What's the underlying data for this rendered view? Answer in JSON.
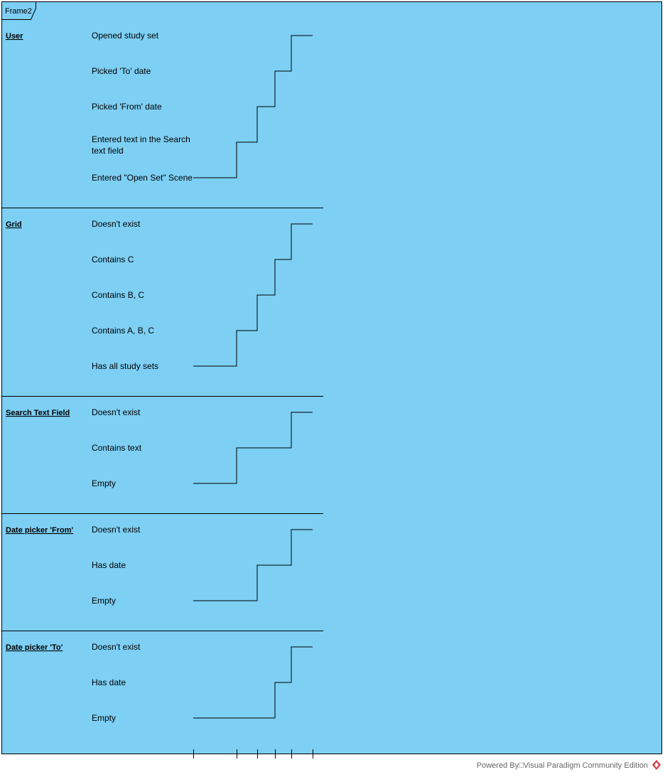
{
  "frame": {
    "label": "Frame2",
    "fill": "#7dcff4",
    "stroke": "#000000"
  },
  "footer": {
    "text": "Powered By□Visual Paradigm Community Edition",
    "logo_icon": "visual-paradigm-logo-icon"
  },
  "lifelines": [
    {
      "name": "User",
      "states": [
        "Opened study set",
        "Picked 'To' date",
        "Picked 'From' date",
        "Entered text in the Search text field",
        "Entered \"Open Set\" Scene"
      ],
      "state_by_tick": [
        4,
        3,
        2,
        1,
        0
      ]
    },
    {
      "name": "Grid",
      "states": [
        "Doesn't exist",
        "Contains C",
        "Contains B, C",
        "Contains A, B, C",
        "Has all study sets"
      ],
      "state_by_tick": [
        4,
        3,
        2,
        1,
        0
      ]
    },
    {
      "name": "Search Text Field",
      "states": [
        "Doesn't exist",
        "Contains text",
        "Empty"
      ],
      "state_by_tick": [
        2,
        1,
        1,
        1,
        0
      ]
    },
    {
      "name": "Date picker 'From'",
      "states": [
        "Doesn't exist",
        "Has date",
        "Empty"
      ],
      "state_by_tick": [
        2,
        2,
        1,
        1,
        0
      ]
    },
    {
      "name": "Date picker 'To'",
      "states": [
        "Doesn't exist",
        "Has date",
        "Empty"
      ],
      "state_by_tick": [
        2,
        2,
        2,
        1,
        0
      ]
    }
  ],
  "timeline": {
    "tick_count": 6
  }
}
